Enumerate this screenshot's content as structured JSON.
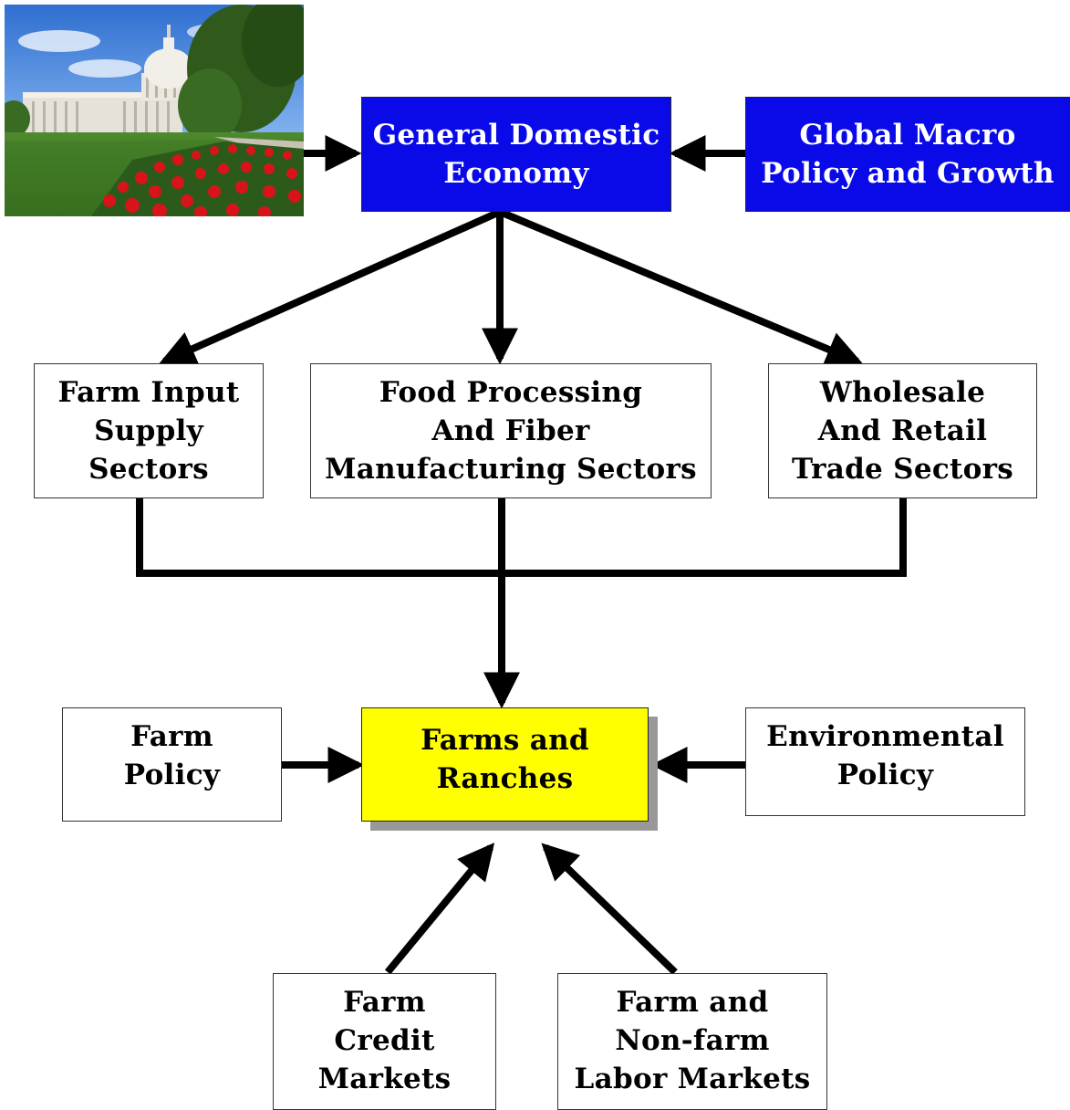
{
  "diagram": {
    "nodes": {
      "general_domestic_economy": "General Domestic\nEconomy",
      "global_macro": "Global Macro\nPolicy and Growth",
      "farm_input": "Farm Input\nSupply\nSectors",
      "food_processing": "Food Processing\nAnd Fiber\nManufacturing Sectors",
      "wholesale_retail": "Wholesale\nAnd Retail\nTrade Sectors",
      "farm_policy": "Farm\nPolicy",
      "farms_ranches": "Farms and\nRanches",
      "environmental_policy": "Environmental\nPolicy",
      "farm_credit": "Farm\nCredit\nMarkets",
      "labor_markets": "Farm and\nNon-farm\nLabor Markets"
    },
    "colors": {
      "blue_box": "#0a0ae8",
      "yellow_box": "#ffff00",
      "arrow": "#000000",
      "shadow": "#999999"
    },
    "photo": {
      "subject": "capitol-building-photo"
    }
  }
}
